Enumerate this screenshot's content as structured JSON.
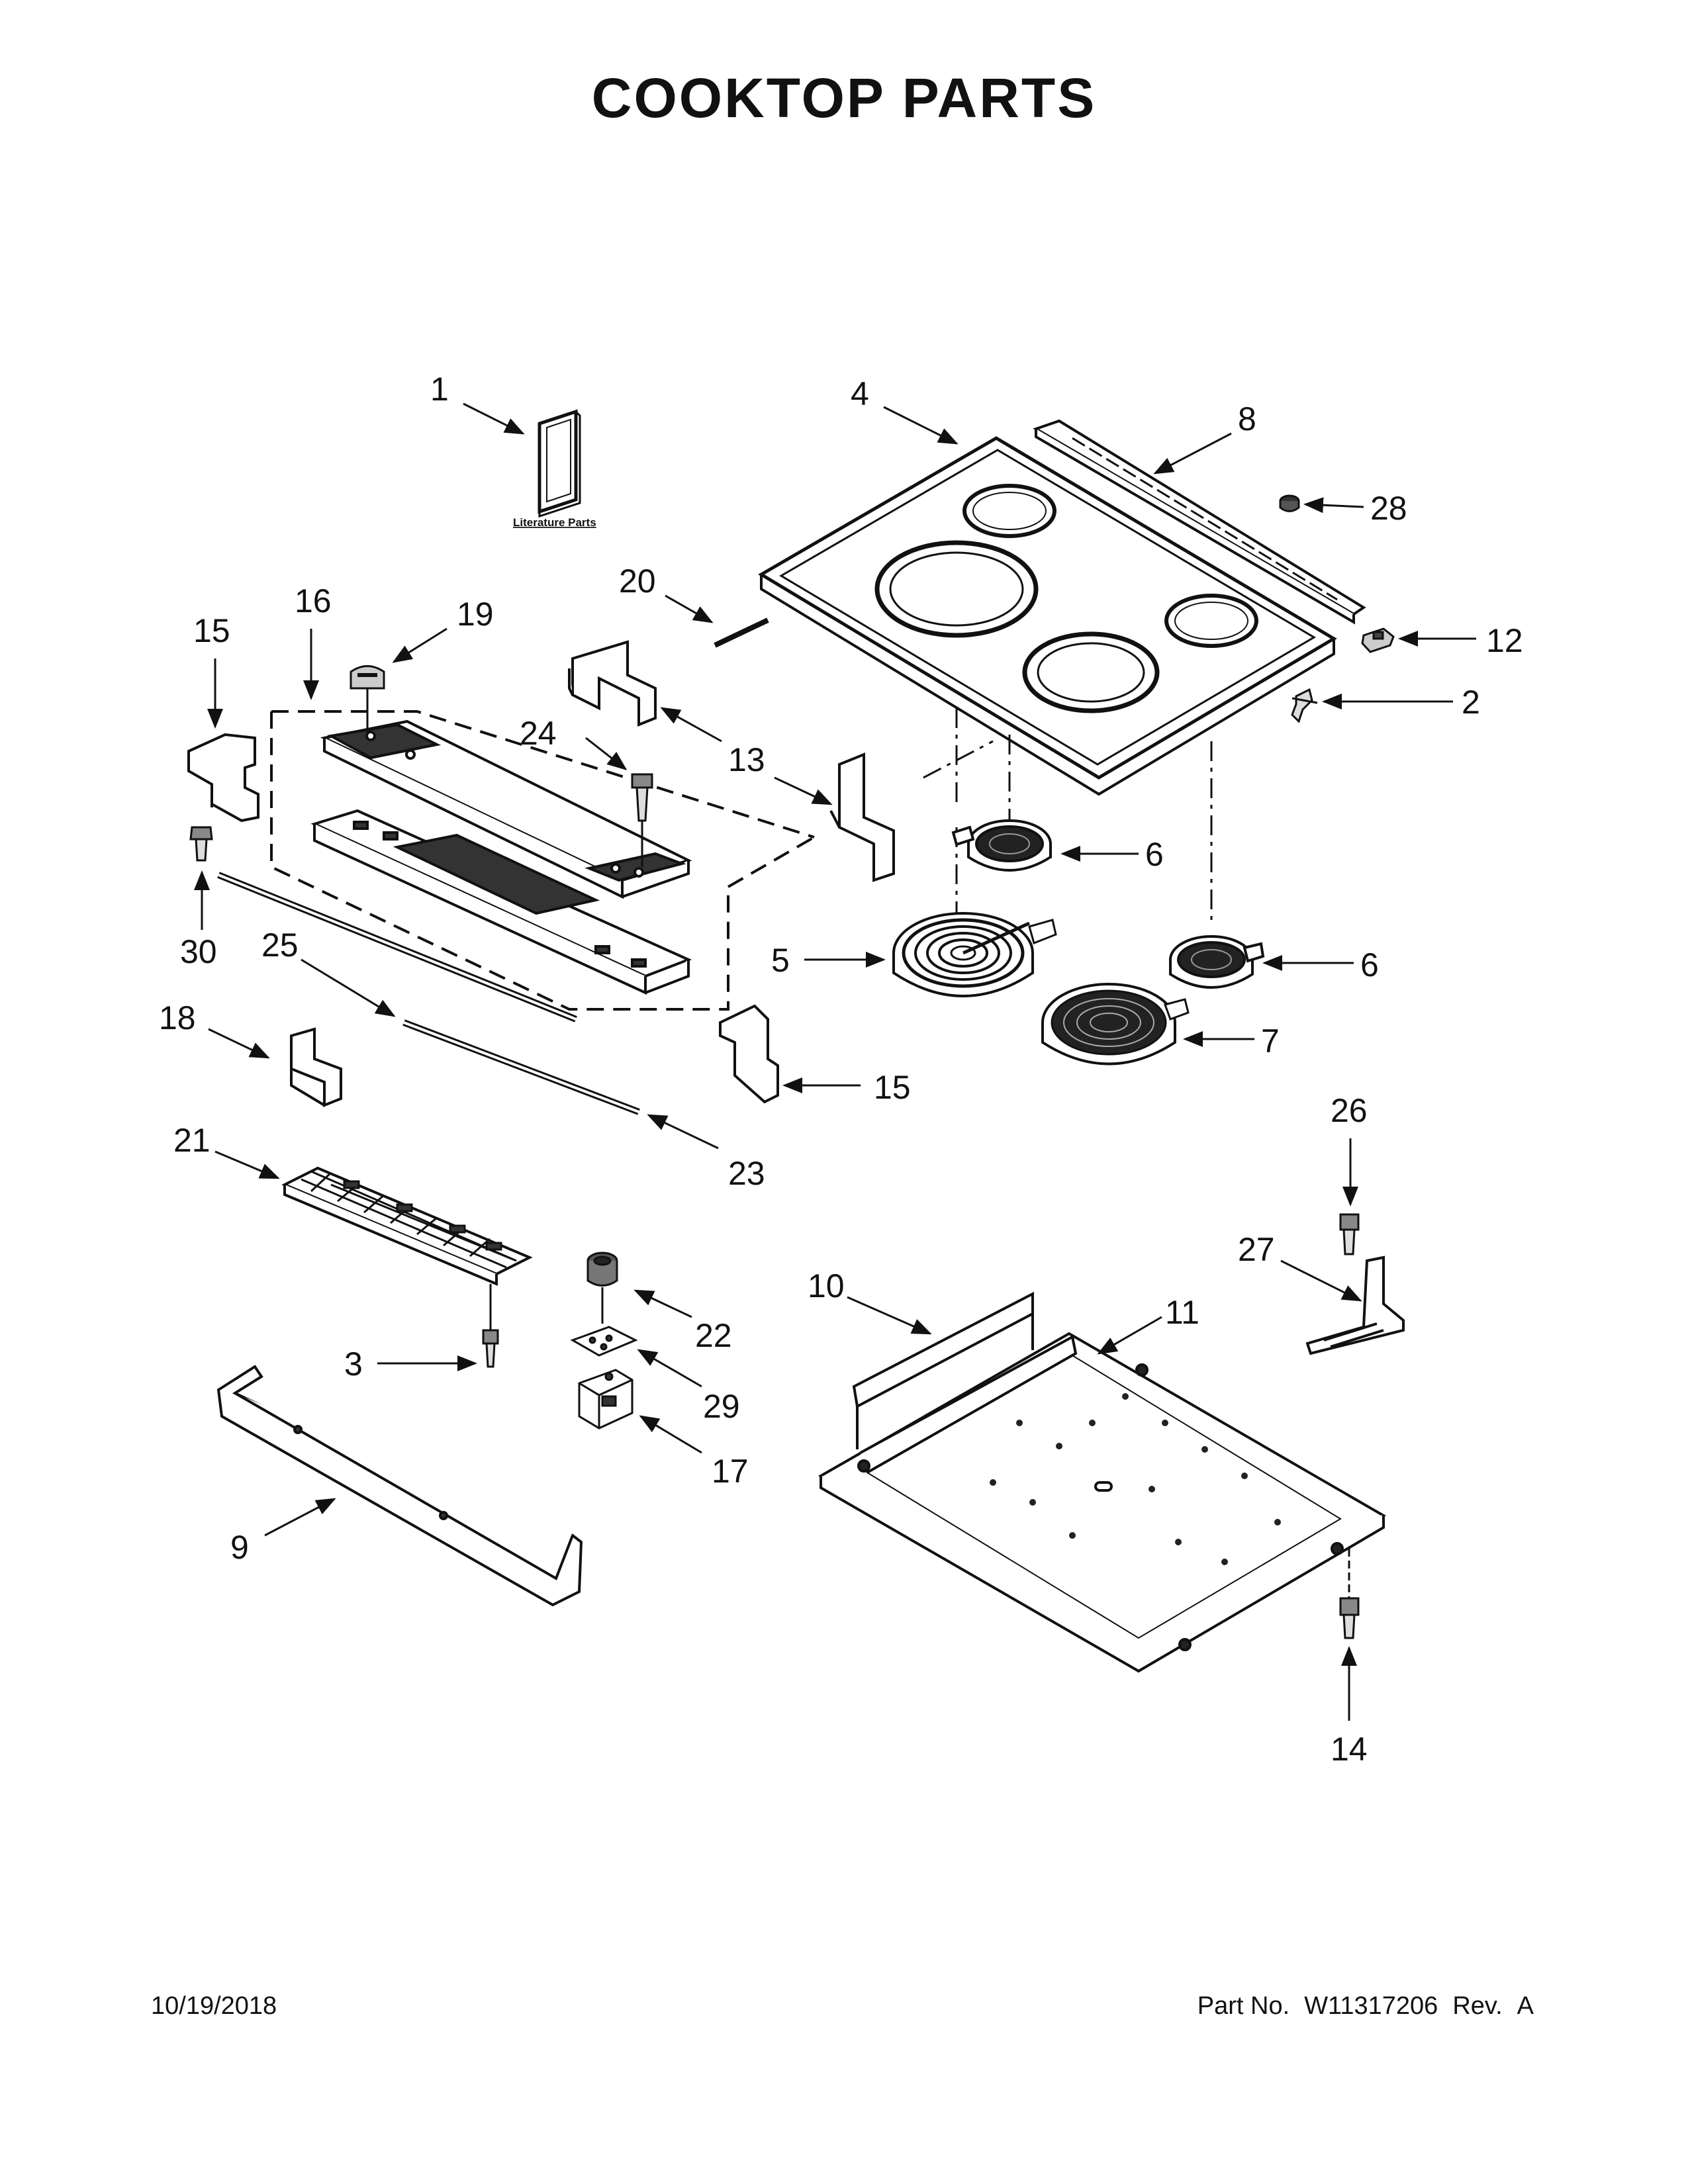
{
  "title": "COOKTOP PARTS",
  "literature_label": "Literature Parts",
  "footer": {
    "date": "10/19/2018",
    "part_no_label": "Part No.",
    "part_no": "W11317206",
    "rev_label": "Rev.",
    "rev": "A"
  },
  "callouts": [
    {
      "id": "c1",
      "label": "1"
    },
    {
      "id": "c4",
      "label": "4"
    },
    {
      "id": "c8",
      "label": "8"
    },
    {
      "id": "c28",
      "label": "28"
    },
    {
      "id": "c20",
      "label": "20"
    },
    {
      "id": "c12",
      "label": "12"
    },
    {
      "id": "c2",
      "label": "2"
    },
    {
      "id": "c15a",
      "label": "15"
    },
    {
      "id": "c16",
      "label": "16"
    },
    {
      "id": "c19",
      "label": "19"
    },
    {
      "id": "c24",
      "label": "24"
    },
    {
      "id": "c13",
      "label": "13"
    },
    {
      "id": "c6a",
      "label": "6"
    },
    {
      "id": "c5",
      "label": "5"
    },
    {
      "id": "c6b",
      "label": "6"
    },
    {
      "id": "c7",
      "label": "7"
    },
    {
      "id": "c30",
      "label": "30"
    },
    {
      "id": "c25",
      "label": "25"
    },
    {
      "id": "c18",
      "label": "18"
    },
    {
      "id": "c15b",
      "label": "15"
    },
    {
      "id": "c21",
      "label": "21"
    },
    {
      "id": "c23",
      "label": "23"
    },
    {
      "id": "c26",
      "label": "26"
    },
    {
      "id": "c27",
      "label": "27"
    },
    {
      "id": "c22",
      "label": "22"
    },
    {
      "id": "c10",
      "label": "10"
    },
    {
      "id": "c11",
      "label": "11"
    },
    {
      "id": "c3",
      "label": "3"
    },
    {
      "id": "c29",
      "label": "29"
    },
    {
      "id": "c17",
      "label": "17"
    },
    {
      "id": "c9",
      "label": "9"
    },
    {
      "id": "c14",
      "label": "14"
    }
  ]
}
